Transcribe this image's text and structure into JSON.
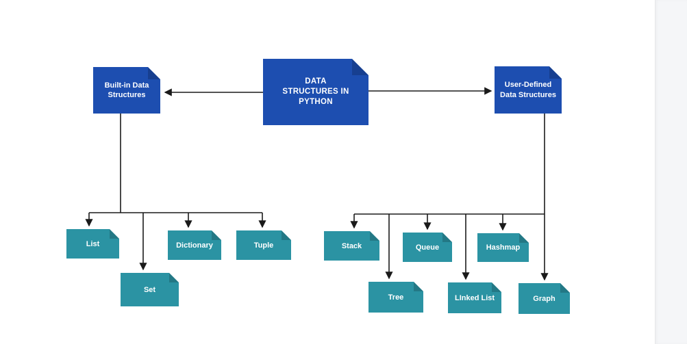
{
  "page": {
    "background": "#ffffff",
    "gutter_color": "#f5f6f8"
  },
  "colors": {
    "primary_blue": "#1d4eb0",
    "secondary_teal": "#2b93a3",
    "connector": "#1a1a1a",
    "label_text": "#ffffff"
  },
  "nodes": {
    "root": "DATA STRUCTURES IN PYTHON",
    "builtin": "Built-in Data Structures",
    "userdefined": "User-Defined Data Structures",
    "list": "List",
    "set": "Set",
    "dictionary": "Dictionary",
    "tuple": "Tuple",
    "stack": "Stack",
    "queue": "Queue",
    "hashmap": "Hashmap",
    "tree": "Tree",
    "linkedlist": "LInked List",
    "graph": "Graph"
  }
}
